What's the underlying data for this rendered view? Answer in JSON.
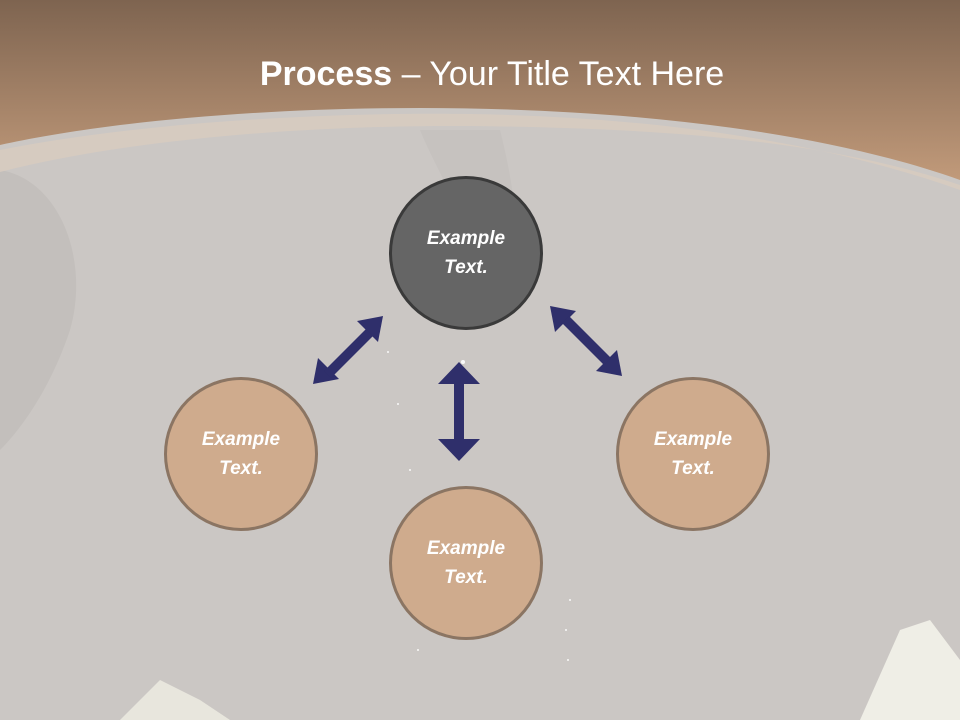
{
  "title": {
    "bold": "Process",
    "dash": " – ",
    "rest": "Your Title Text Here"
  },
  "nodes": {
    "center": "Example Text.",
    "left": "Example Text.",
    "right": "Example Text.",
    "bottom": "Example Text."
  },
  "colors": {
    "header": "#b48a6b",
    "background": "#cbc7c4",
    "node_fill": "#cfab8d",
    "center_fill": "#656565",
    "arrow": "#2f2f6b"
  }
}
